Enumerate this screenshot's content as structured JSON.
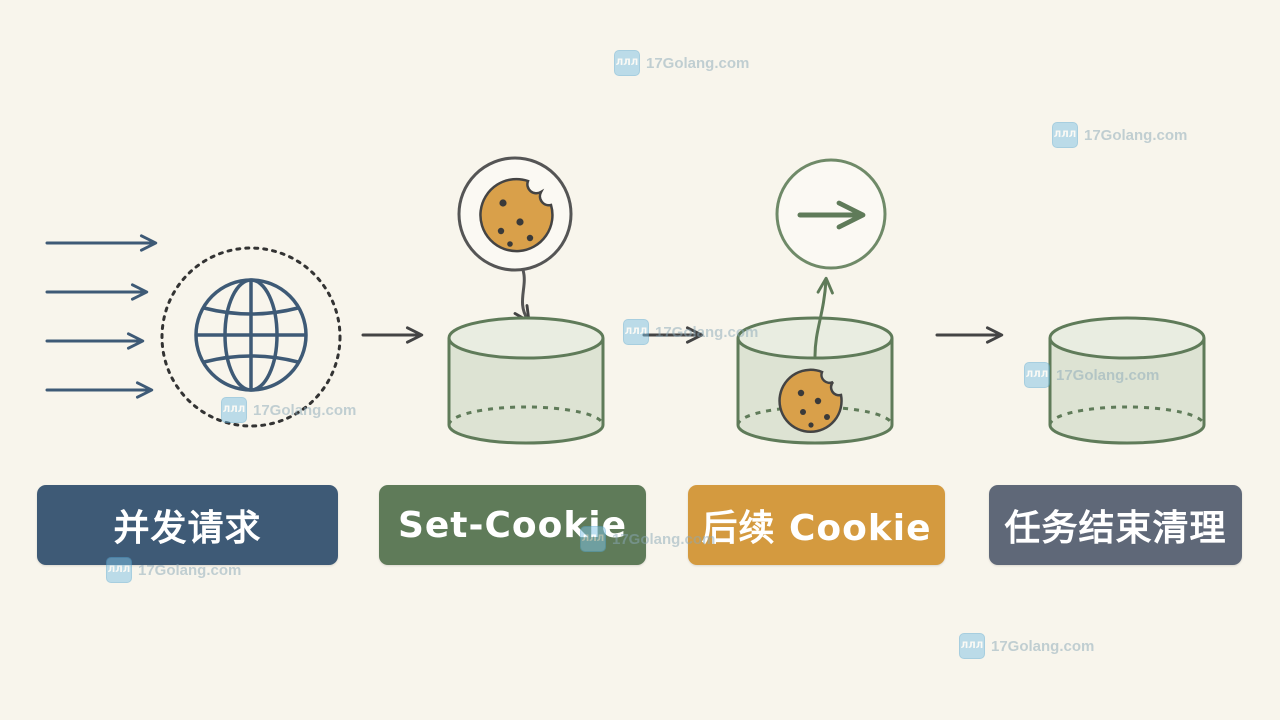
{
  "steps": [
    {
      "label": "并发请求",
      "color": "#3e5a76"
    },
    {
      "label": "Set-Cookie",
      "color": "#5f7b59"
    },
    {
      "label": "后续 Cookie",
      "color": "#d49a3f"
    },
    {
      "label": "任务结束清理",
      "color": "#5f6878"
    }
  ],
  "icons": [
    "arrows-icon",
    "globe-icon",
    "cookie-icon",
    "jar-icon",
    "arrow-right-icon"
  ],
  "colors": {
    "navy": "#3e5a76",
    "green": "#5f7b59",
    "cookie": "#d9a04a",
    "stroke": "#555555",
    "jar_fill": "#dde3d3"
  },
  "watermark": {
    "site": "17Golang.com",
    "logo": "ЛЛЛ"
  }
}
